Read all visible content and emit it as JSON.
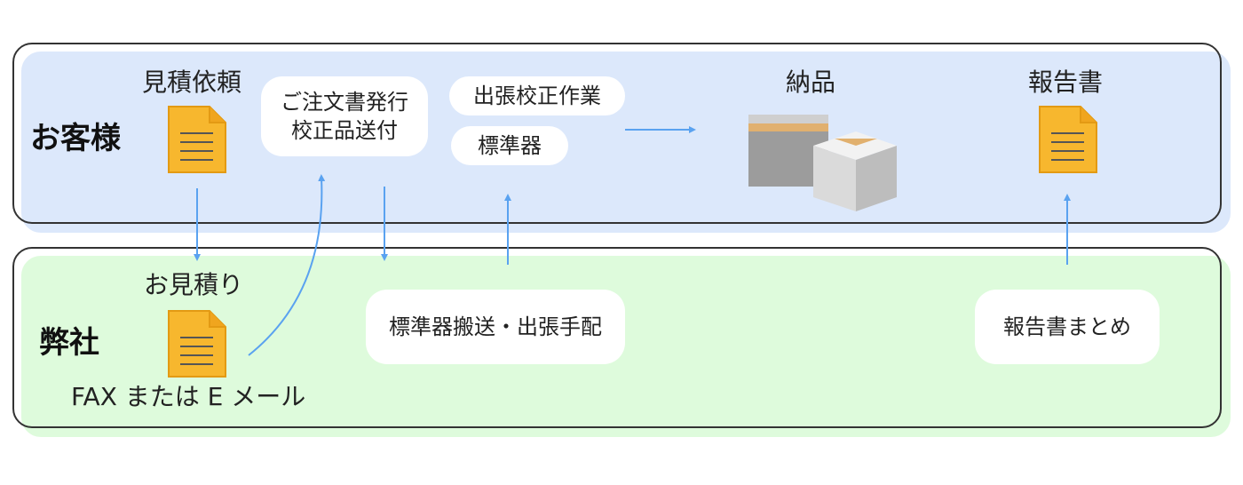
{
  "colors": {
    "customer_lane": "#dce8fb",
    "company_lane": "#defbdc",
    "frame": "#333333",
    "arrow": "#5aa2f0",
    "document": "#f7b72e",
    "document_border": "#e39a13"
  },
  "customer_lane": {
    "title": "お客様",
    "estimate_request": "見積依頼",
    "order_bubble": {
      "line1": "ご注文書発行",
      "line2": "校正品送付"
    },
    "onsite_work": "出張校正作業",
    "standard_equipment": "標準器",
    "delivery": "納品",
    "report": "報告書",
    "icons": {
      "estimate_request": "document-icon",
      "report": "document-icon",
      "delivery": "boxes-icon"
    }
  },
  "company_lane": {
    "title": "弊社",
    "quotation": "お見積り",
    "quotation_method": "FAX または E メール",
    "transport_bubble": "標準器搬送・出張手配",
    "report_bubble": "報告書まとめ",
    "icons": {
      "quotation": "document-icon"
    }
  }
}
